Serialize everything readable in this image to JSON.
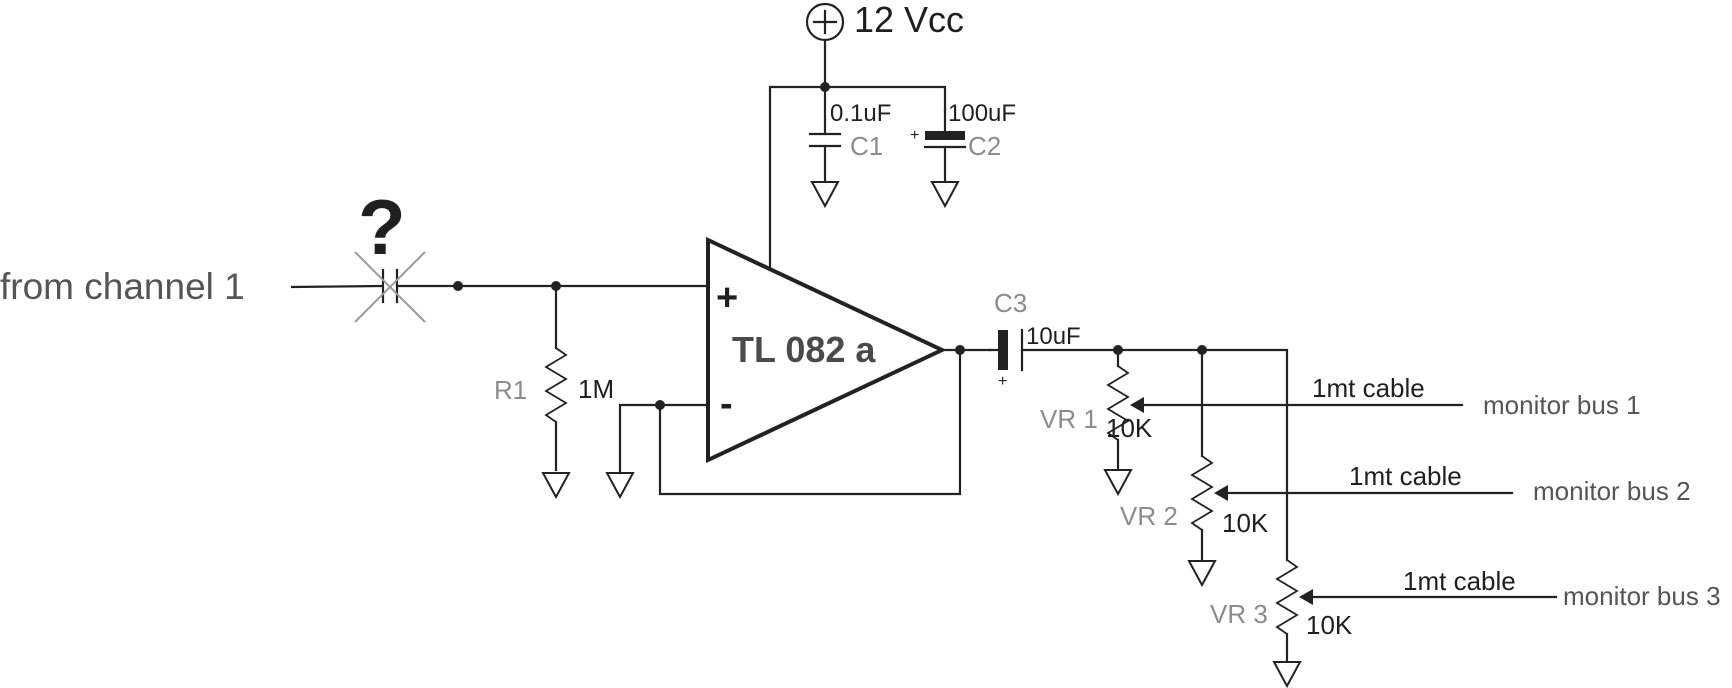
{
  "supply": {
    "label": "12 Vcc",
    "symbol": "+"
  },
  "input": {
    "label": "from channel 1",
    "question_mark": "?"
  },
  "opamp": {
    "name": "TL 082 a",
    "plus": "+",
    "minus": "-"
  },
  "components": {
    "c1": {
      "ref": "C1",
      "value": "0.1uF"
    },
    "c2": {
      "ref": "C2",
      "value": "100uF",
      "polarity": "+"
    },
    "c3": {
      "ref": "C3",
      "value": "10uF",
      "polarity": "+"
    },
    "r1": {
      "ref": "R1",
      "value": "1M"
    },
    "vr1": {
      "ref": "VR 1",
      "value": "10K"
    },
    "vr2": {
      "ref": "VR 2",
      "value": "10K"
    },
    "vr3": {
      "ref": "VR 3",
      "value": "10K"
    }
  },
  "outputs": [
    {
      "cable": "1mt cable",
      "bus": "monitor bus 1"
    },
    {
      "cable": "1mt cable",
      "bus": "monitor bus 2"
    },
    {
      "cable": "1mt cable",
      "bus": "monitor bus 3"
    }
  ],
  "colors": {
    "wire": "#222222",
    "ref_label": "#8c8c8c",
    "value_label": "#1f1f1f",
    "bus_label": "#555555"
  }
}
